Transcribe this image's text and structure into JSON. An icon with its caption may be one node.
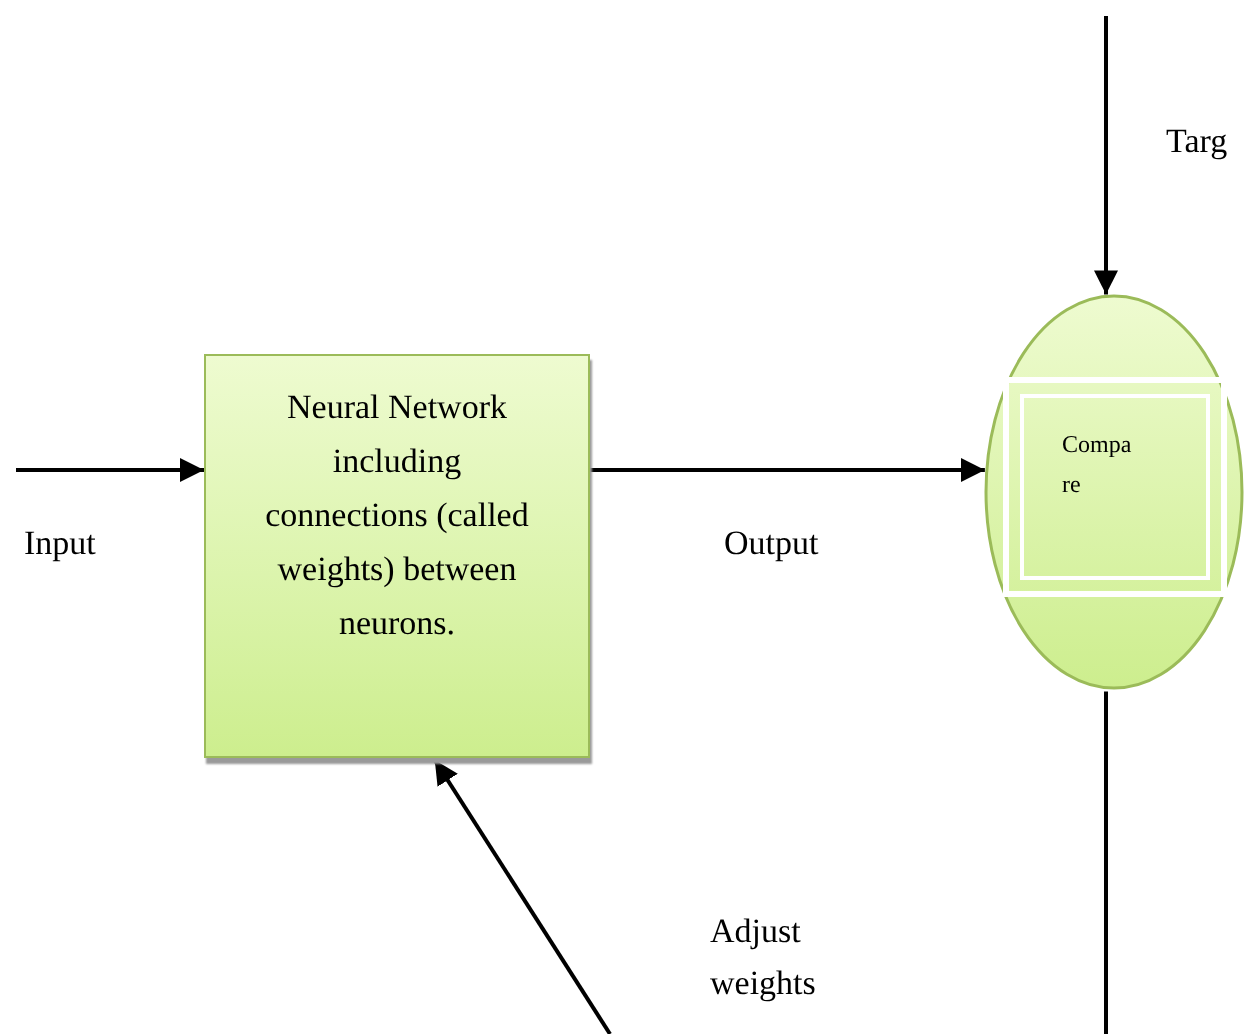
{
  "diagram": {
    "nodes": [
      {
        "text": [
          "Neural Network including connections (called weights) between neurons."
        ]
      },
      {
        "text": [
          "Compa re"
        ]
      }
    ],
    "edges": [
      {
        "from": null,
        "to": 0,
        "arrow": "to"
      },
      {
        "from": 0,
        "to": 1,
        "arrow": "to"
      },
      {
        "from": null,
        "to": 1,
        "arrow": "to"
      },
      {
        "from": 1,
        "to": null,
        "arrow": "none"
      },
      {
        "from": null,
        "to": 0,
        "arrow": "to"
      }
    ],
    "labels": [
      "Targ",
      "Input",
      "Output",
      "Adjust weights"
    ]
  }
}
